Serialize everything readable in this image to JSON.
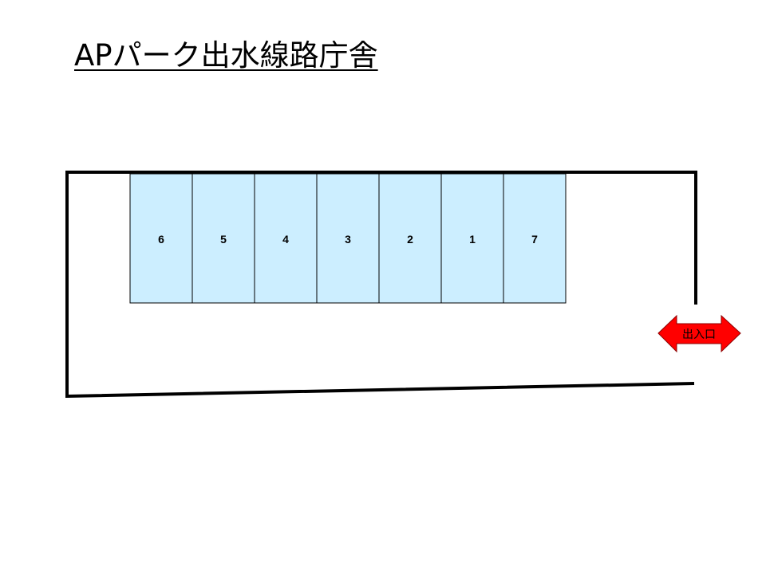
{
  "title": "APパーク出水線路庁舎",
  "parking_spaces": [
    {
      "label": "6"
    },
    {
      "label": "5"
    },
    {
      "label": "4"
    },
    {
      "label": "3"
    },
    {
      "label": "2"
    },
    {
      "label": "1"
    },
    {
      "label": "7"
    }
  ],
  "entrance": {
    "label": "出入口",
    "icon": "double-arrow-icon",
    "color": "#ff0000"
  },
  "colors": {
    "space_fill": "#cceeff",
    "space_border": "#000000",
    "boundary": "#000000"
  }
}
